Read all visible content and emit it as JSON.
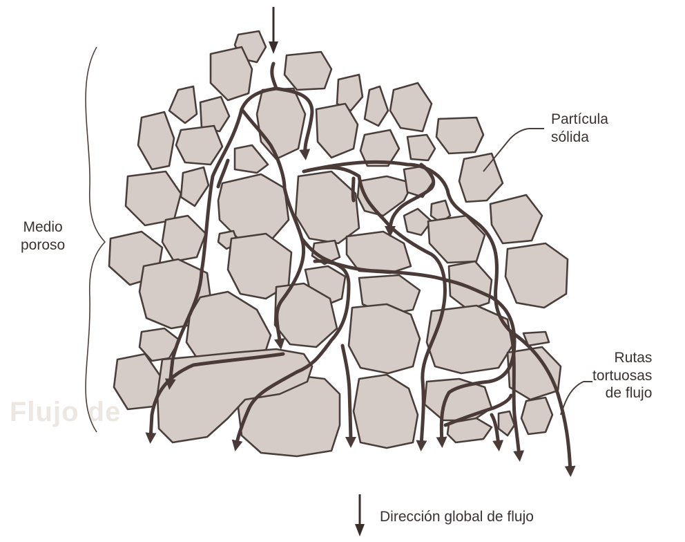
{
  "labels": {
    "particle_line1": "Partícula",
    "particle_line2": "sólida",
    "porous_line1": "Medio",
    "porous_line2": "poroso",
    "paths_line1": "Rutas",
    "paths_line2": "tortuosas",
    "paths_line3": "de flujo",
    "direction": "Dirección global de flujo"
  },
  "colors": {
    "particle_fill": "#d6ccc7",
    "particle_stroke": "#4a3e3b",
    "flow_path": "#4a3b38",
    "text": "#3a3230",
    "bleed_through_text": "#ede7e2"
  }
}
